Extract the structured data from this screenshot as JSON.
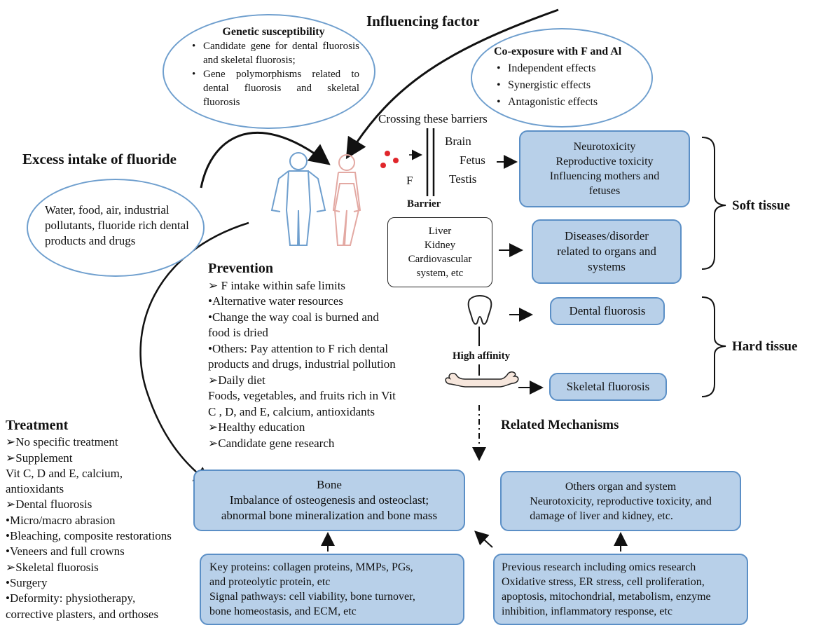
{
  "influencing": {
    "title": "Influencing factor",
    "genetic": {
      "title": "Genetic susceptibility",
      "items": [
        "Candidate gene for dental fluorosis and skeletal fluorosis;",
        "Gene polymorphisms related to dental fluorosis and skeletal fluorosis"
      ]
    },
    "coexposure": {
      "title": "Co-exposure with F and Al",
      "items": [
        "Independent effects",
        "Synergistic effects",
        "Antagonistic effects"
      ]
    }
  },
  "intake": {
    "title": "Excess intake of fluoride",
    "sources": "Water, food, air, industrial pollutants,  fluoride rich dental products and drugs"
  },
  "barriers": {
    "title": "Crossing these barriers",
    "f_label": "F",
    "barrier_label": "Barrier",
    "targets": [
      "Brain",
      "Fetus",
      "Testis"
    ]
  },
  "soft": {
    "label": "Soft tissue",
    "box1": [
      "Neurotoxicity",
      "Reproductive toxicity",
      "Influencing mothers and",
      "fetuses"
    ],
    "organs": [
      "Liver",
      "Kidney",
      "Cardiovascular",
      "system, etc"
    ],
    "box2": [
      "Diseases/disorder",
      "related to organs and",
      "systems"
    ]
  },
  "hard": {
    "label": "Hard tissue",
    "dental": "Dental fluorosis",
    "skeletal": "Skeletal fluorosis",
    "affinity": "High affinity"
  },
  "prevention": {
    "title": "Prevention",
    "lines": [
      "➢ F intake within safe limits",
      "•Alternative water resources",
      "•Change the way coal is burned and",
      "food is dried",
      "•Others: Pay attention  to F rich dental",
      "products and drugs, industrial pollution",
      "➢Daily diet",
      "Foods, vegetables, and fruits rich in Vit",
      "C , D, and E, calcium, antioxidants",
      "➢Healthy education",
      "➢Candidate gene research"
    ]
  },
  "treatment": {
    "title": "Treatment",
    "lines": [
      "➢No specific treatment",
      "➢Supplement",
      "Vit C, D and E, calcium,",
      "antioxidants",
      "➢Dental fluorosis",
      "•Micro/macro abrasion",
      "•Bleaching, composite restorations",
      "•Veneers and full crowns",
      "➢Skeletal fluorosis",
      "•Surgery",
      "•Deformity: physiotherapy,",
      "corrective plasters, and orthoses"
    ]
  },
  "mechanisms": {
    "title": "Related Mechanisms",
    "bone": [
      "Bone",
      "Imbalance of osteogenesis and osteoclast;",
      "abnormal bone mineralization and bone mass"
    ],
    "others": [
      "Others organ and system",
      "Neurotoxicity, reproductive toxicity, and",
      "damage of liver and kidney, etc."
    ],
    "keyproteins": [
      "Key proteins: collagen proteins, MMPs, PGs,",
      "and proteolytic protein, etc",
      "Signal pathways: cell viability, bone turnover,",
      "bone homeostasis, and ECM, etc"
    ],
    "research": [
      "Previous research including omics research",
      "Oxidative stress, ER stress, cell proliferation,",
      "apoptosis, mitochondrial, metabolism,  enzyme",
      "inhibition, inflammatory response, etc"
    ]
  },
  "colors": {
    "box_fill": "#b8d0e9",
    "box_border": "#5b8fc6",
    "ellipse_border": "#6f9fce",
    "fluoride_dot": "#e0262b"
  }
}
